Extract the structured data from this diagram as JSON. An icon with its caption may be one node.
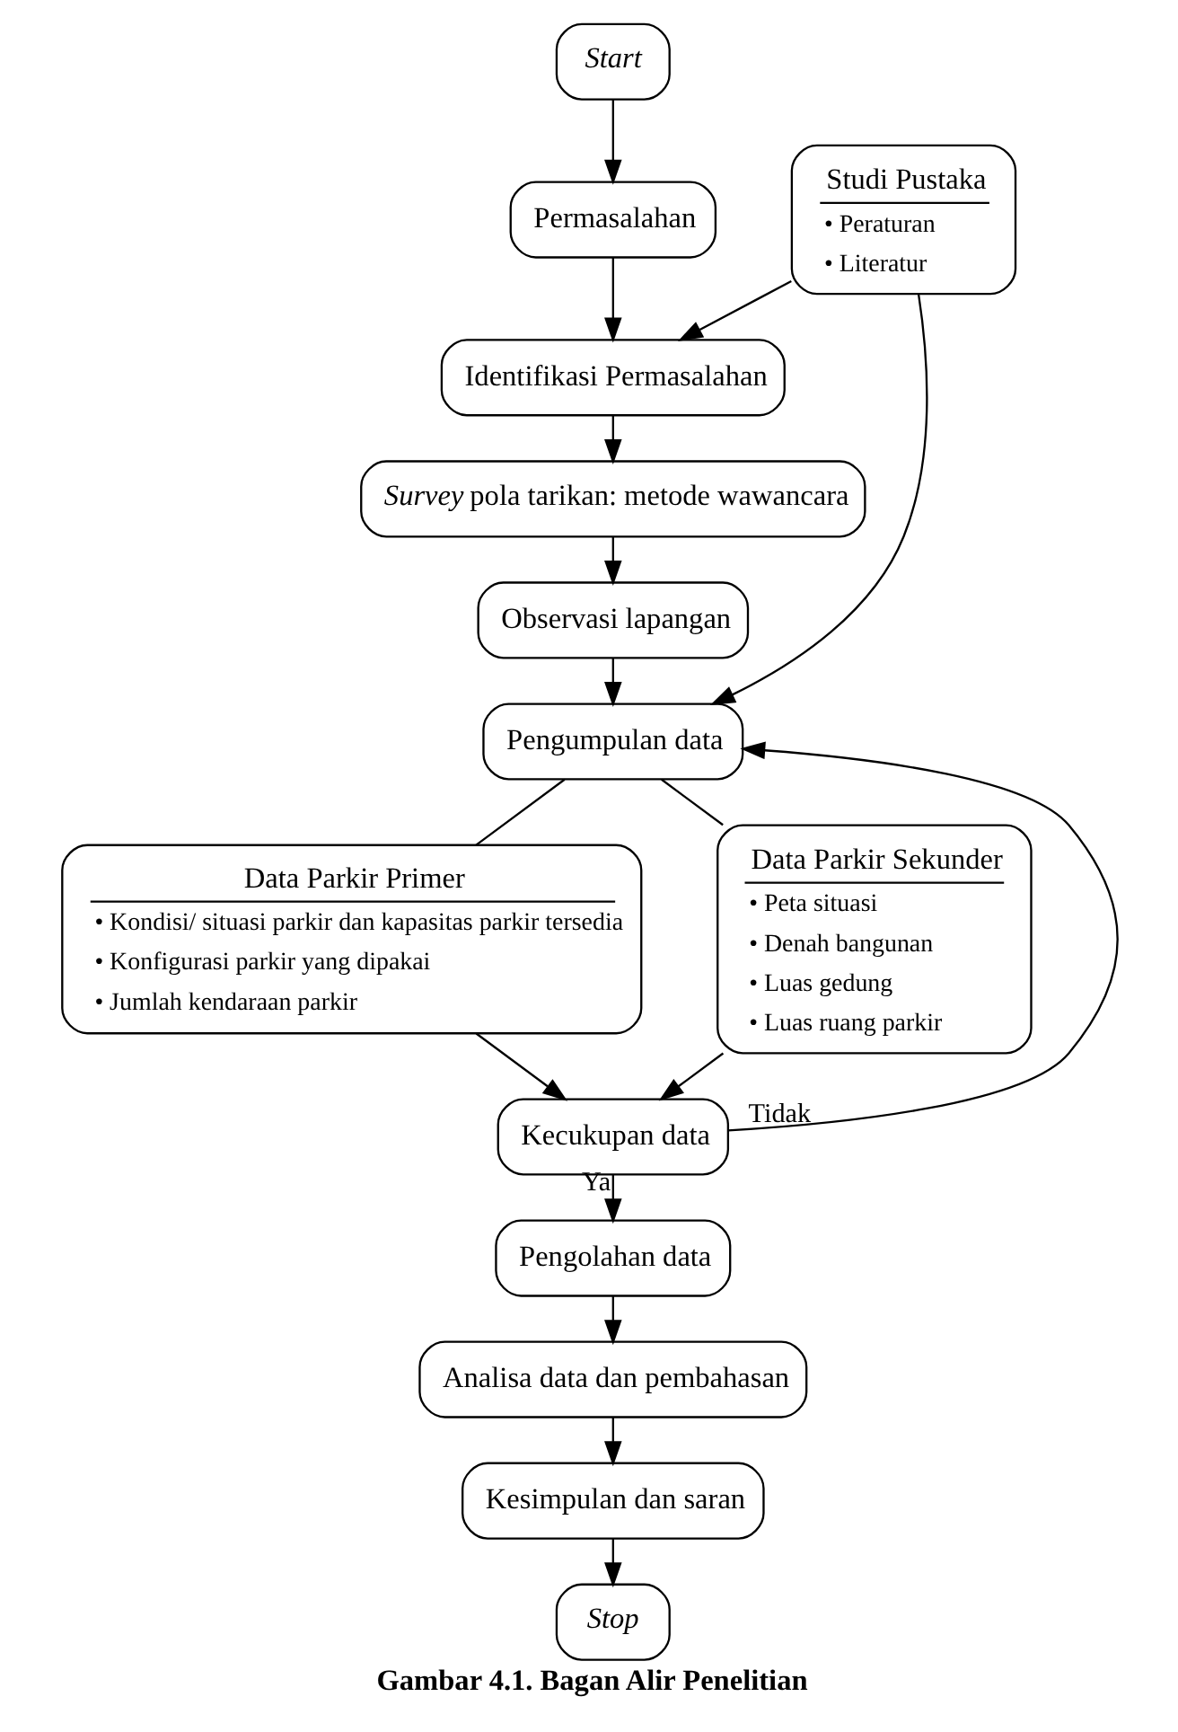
{
  "diagram": {
    "caption": "Gambar 4.1. Bagan Alir Penelitian",
    "nodes": [
      {
        "text": [
          "Start"
        ]
      },
      {
        "text": [
          "Permasalahan"
        ]
      },
      {
        "text": [
          "Studi Pustaka",
          "• Peraturan",
          "• Literatur"
        ]
      },
      {
        "text": [
          "Identifikasi Permasalahan"
        ]
      },
      {
        "text": [
          "*Survey* pola tarikan: metode wawancara"
        ]
      },
      {
        "text": [
          "Observasi lapangan"
        ]
      },
      {
        "text": [
          "Pengumpulan data"
        ]
      },
      {
        "text": [
          "Data Parkir Primer",
          "• Kondisi/ situasi parkir dan kapasitas parkir tersedia",
          "• Konfigurasi parkir yang dipakai",
          "• Jumlah kendaraan parkir"
        ]
      },
      {
        "text": [
          "Data Parkir Sekunder",
          "• Peta situasi",
          "• Denah bangunan",
          "• Luas gedung",
          "• Luas ruang parkir"
        ]
      },
      {
        "text": [
          "Kecukupan data"
        ]
      },
      {
        "text": [
          "Pengolahan data"
        ]
      },
      {
        "text": [
          "Analisa data dan pembahasan"
        ]
      },
      {
        "text": [
          "Kesimpulan dan saran"
        ]
      },
      {
        "text": [
          "Stop"
        ]
      }
    ],
    "edges": [
      {
        "from": 0,
        "to": 1,
        "arrow": "to"
      },
      {
        "from": 1,
        "to": 3,
        "arrow": "to"
      },
      {
        "from": 2,
        "to": 3,
        "arrow": "to"
      },
      {
        "from": 3,
        "to": 4,
        "arrow": "to"
      },
      {
        "from": 4,
        "to": 5,
        "arrow": "to"
      },
      {
        "from": 5,
        "to": 6,
        "arrow": "to"
      },
      {
        "from": 2,
        "to": 6,
        "arrow": "to"
      },
      {
        "from": 6,
        "to": 7,
        "arrow": "none"
      },
      {
        "from": 6,
        "to": 8,
        "arrow": "none"
      },
      {
        "from": 7,
        "to": 9,
        "arrow": "to"
      },
      {
        "from": 8,
        "to": 9,
        "arrow": "to"
      },
      {
        "from": 9,
        "to": 6,
        "arrow": "to",
        "label": "Tidak"
      },
      {
        "from": 9,
        "to": 10,
        "arrow": "to",
        "label": "Ya"
      },
      {
        "from": 10,
        "to": 11,
        "arrow": "to"
      },
      {
        "from": 11,
        "to": 12,
        "arrow": "to"
      },
      {
        "from": 12,
        "to": 13,
        "arrow": "to"
      }
    ]
  }
}
